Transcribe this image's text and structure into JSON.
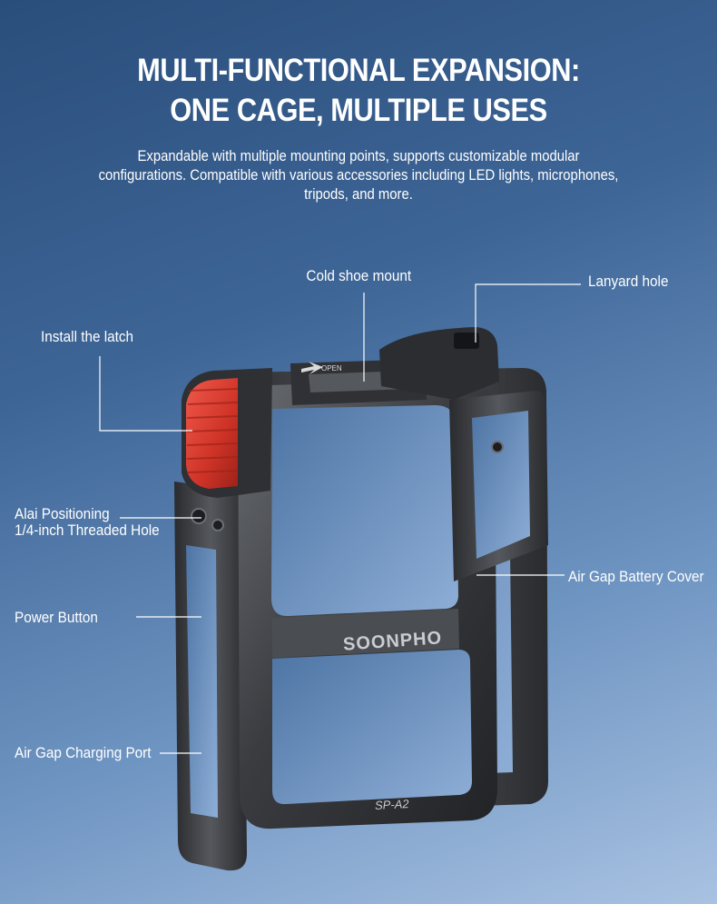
{
  "header": {
    "title_line1": "MULTI-FUNCTIONAL EXPANSION:",
    "title_line2": "ONE CAGE, MULTIPLE USES",
    "description_lines": [
      "Expandable with multiple mounting points, supports customizable modular",
      "configurations. Compatible with various accessories including LED lights, microphones,",
      "tripods, and more."
    ]
  },
  "callouts": {
    "cold_shoe": "Cold shoe mount",
    "lanyard": "Lanyard hole",
    "latch": "Install the latch",
    "alai_line1": "Alai Positioning",
    "alai_line2": "1/4-inch Threaded Hole",
    "battery_cover": "Air Gap Battery Cover",
    "power": "Power Button",
    "charging": "Air Gap Charging Port"
  },
  "product": {
    "brand_logo": "SOONPHO",
    "model": "SP-A2",
    "latch_marking": "OPEN",
    "frame_color": "#3a3c40",
    "latch_color": "#d8382c"
  }
}
